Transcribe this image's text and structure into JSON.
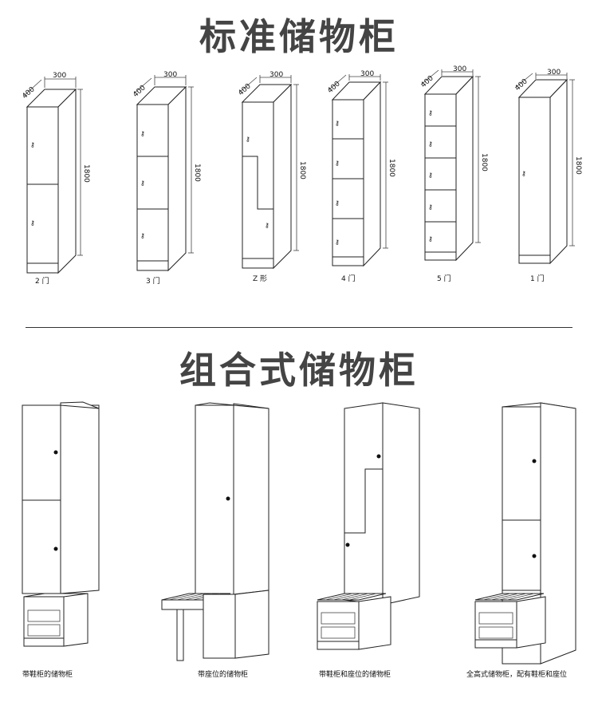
{
  "section1": {
    "title": "标准储物柜",
    "dim_width": "300",
    "dim_depth": "400",
    "dim_height": "1800",
    "cabinets": [
      {
        "label": "2 门",
        "doors": 2
      },
      {
        "label": "3 门",
        "doors": 3
      },
      {
        "label": "Z 形",
        "doors": 2
      },
      {
        "label": "4 门",
        "doors": 4
      },
      {
        "label": "5 门",
        "doors": 5
      },
      {
        "label": "1 门",
        "doors": 1
      }
    ]
  },
  "section2": {
    "title": "组合式储物柜",
    "combos": [
      {
        "label": "带鞋柜的储物柜"
      },
      {
        "label": "带座位的储物柜"
      },
      {
        "label": "带鞋柜和座位的储物柜"
      },
      {
        "label": "全高式储物柜，配有鞋柜和座位"
      }
    ]
  }
}
